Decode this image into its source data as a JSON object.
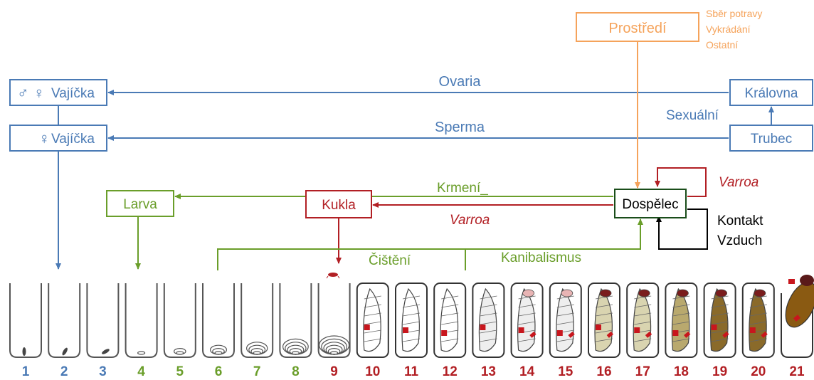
{
  "colors": {
    "blue": "#4a7ab5",
    "green": "#6a9e2a",
    "red": "#b21f24",
    "orange": "#f5a35b",
    "black": "#000000",
    "dark_green": "#1a4d1a"
  },
  "nodes": {
    "environment": {
      "label": "Prostředí",
      "notes": [
        "Sběr potravy",
        "Vykrádání",
        "Ostatní"
      ]
    },
    "eggs_mf": {
      "symbols": "♂ ♀",
      "label": "Vajíčka"
    },
    "eggs_f": {
      "symbol": "♀",
      "label": "Vajíčka"
    },
    "queen": {
      "label": "Královna"
    },
    "drone": {
      "label": "Trubec"
    },
    "larva": {
      "label": "Larva"
    },
    "pupa": {
      "label": "Kukla"
    },
    "adult": {
      "label": "Dospělec"
    }
  },
  "edges": {
    "ovaria": "Ovaria",
    "sperma": "Sperma",
    "sexual": "Sexuální",
    "feeding": "Krmení_",
    "varroa_pupa": "Varroa",
    "varroa_adult": "Varroa",
    "contact": "Kontakt",
    "air": "Vzduch",
    "cleaning": "Čištění",
    "cannibalism": "Kanibalismus"
  },
  "stages": [
    {
      "n": "1",
      "color": "#4a7ab5"
    },
    {
      "n": "2",
      "color": "#4a7ab5"
    },
    {
      "n": "3",
      "color": "#4a7ab5"
    },
    {
      "n": "4",
      "color": "#6a9e2a"
    },
    {
      "n": "5",
      "color": "#6a9e2a"
    },
    {
      "n": "6",
      "color": "#6a9e2a"
    },
    {
      "n": "7",
      "color": "#6a9e2a"
    },
    {
      "n": "8",
      "color": "#6a9e2a"
    },
    {
      "n": "9",
      "color": "#b21f24"
    },
    {
      "n": "10",
      "color": "#b21f24"
    },
    {
      "n": "11",
      "color": "#b21f24"
    },
    {
      "n": "12",
      "color": "#b21f24"
    },
    {
      "n": "13",
      "color": "#b21f24"
    },
    {
      "n": "14",
      "color": "#b21f24"
    },
    {
      "n": "15",
      "color": "#b21f24"
    },
    {
      "n": "16",
      "color": "#b21f24"
    },
    {
      "n": "17",
      "color": "#b21f24"
    },
    {
      "n": "18",
      "color": "#b21f24"
    },
    {
      "n": "19",
      "color": "#b21f24"
    },
    {
      "n": "20",
      "color": "#b21f24"
    },
    {
      "n": "21",
      "color": "#b21f24"
    }
  ]
}
